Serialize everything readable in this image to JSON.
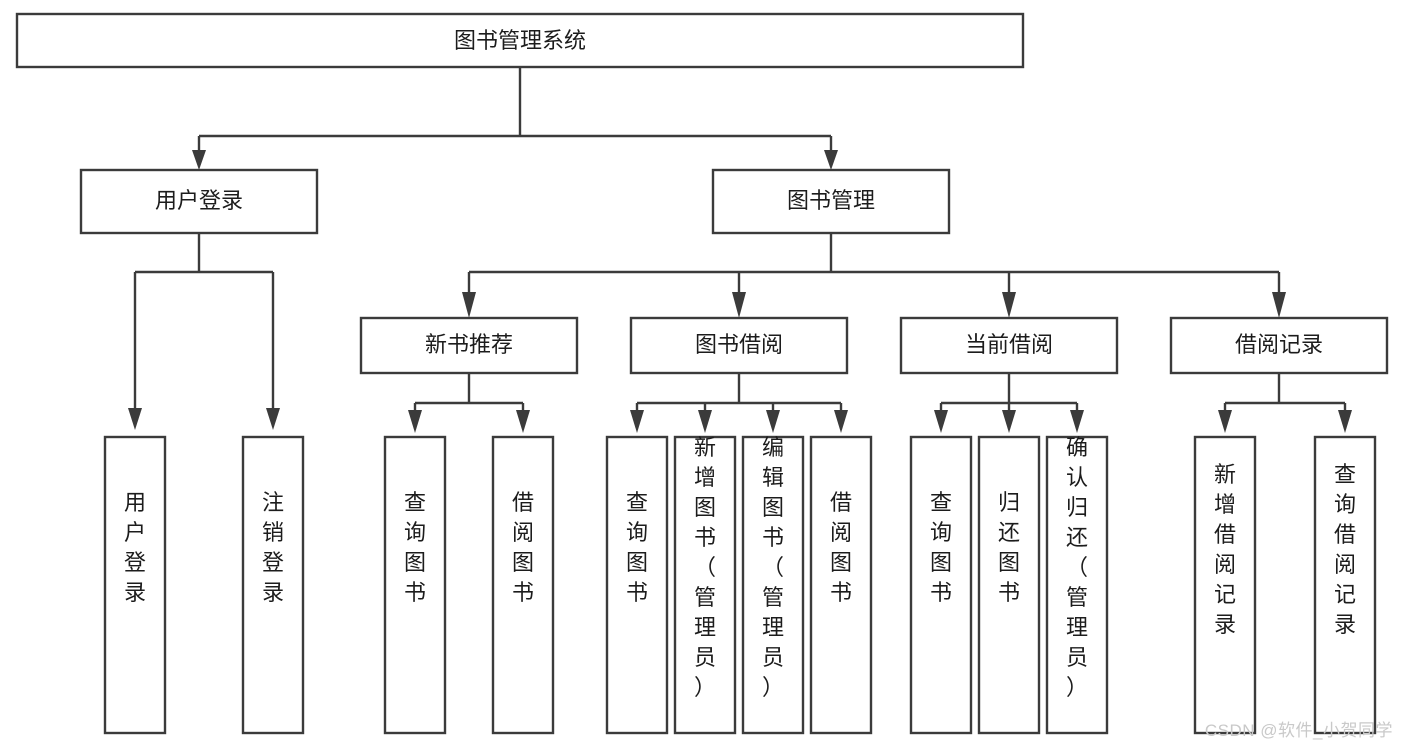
{
  "diagram": {
    "type": "tree",
    "title": "图书管理系统",
    "watermark": "CSDN @软件_小贺同学",
    "colors": {
      "stroke": "#3b3b3b",
      "box_fill": "#ffffff",
      "text": "#1c1c1c",
      "watermark": "#c9c9c9",
      "background": "#ffffff"
    },
    "nodes": {
      "root": {
        "label": "图书管理系统"
      },
      "level2": [
        {
          "label": "用户登录"
        },
        {
          "label": "图书管理"
        }
      ],
      "level3": [
        {
          "label": "新书推荐"
        },
        {
          "label": "图书借阅"
        },
        {
          "label": "当前借阅"
        },
        {
          "label": "借阅记录"
        }
      ],
      "leaves": {
        "user_login": [
          {
            "label": "用户登录"
          },
          {
            "label": "注销登录"
          }
        ],
        "new_book": [
          {
            "label": "查询图书"
          },
          {
            "label": "借阅图书"
          }
        ],
        "book_borrow": [
          {
            "label": "查询图书"
          },
          {
            "label": "新增图书（管理员）"
          },
          {
            "label": "编辑图书（管理员）"
          },
          {
            "label": "借阅图书"
          }
        ],
        "current_borrow": [
          {
            "label": "查询图书"
          },
          {
            "label": "归还图书"
          },
          {
            "label": "确认归还（管理员）"
          }
        ],
        "borrow_record": [
          {
            "label": "新增借阅记录"
          },
          {
            "label": "查询借阅记录"
          }
        ]
      }
    }
  }
}
